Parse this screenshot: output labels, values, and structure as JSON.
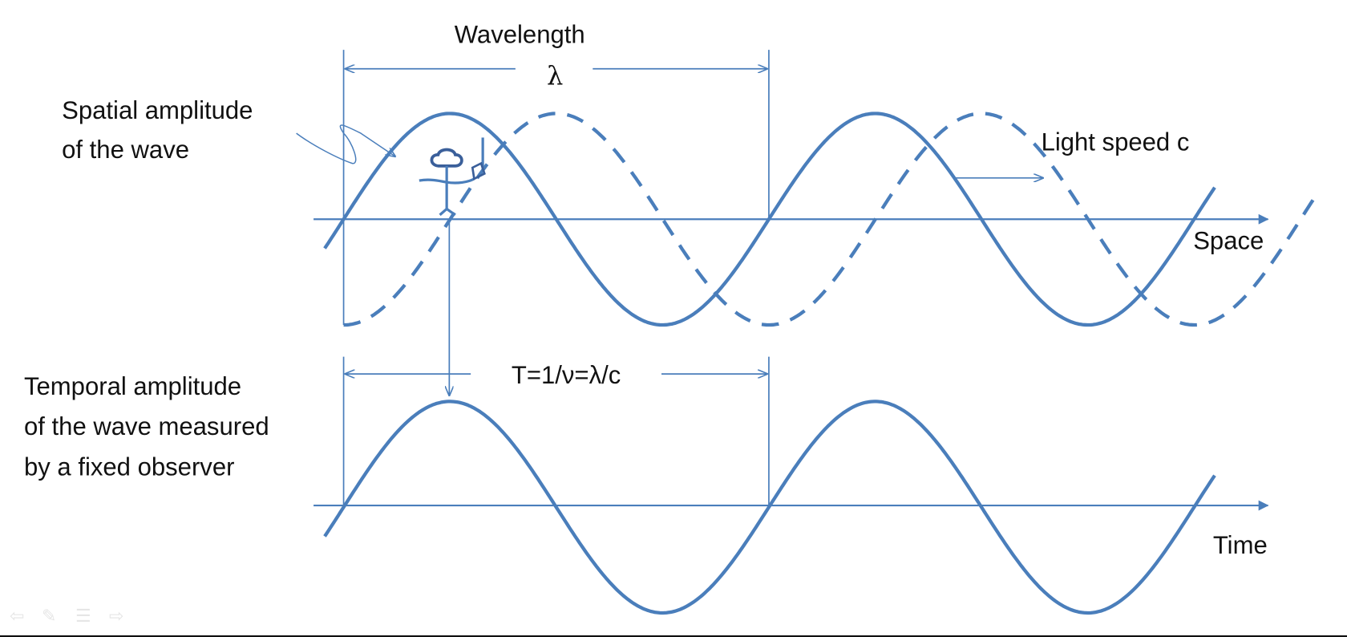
{
  "labels": {
    "wavelength": "Wavelength",
    "lambda": "λ",
    "spatial_line1": "Spatial amplitude",
    "spatial_line2": "of the wave",
    "light_speed": "Light speed c",
    "space_axis": "Space",
    "period": "T=1/ν=λ/c",
    "temporal_line1": "Temporal amplitude",
    "temporal_line2": "of the wave measured",
    "temporal_line3": "by a fixed observer",
    "time_axis": "Time"
  },
  "colors": {
    "line": "#4a7ebb",
    "text": "#111111",
    "figure": "#3a5f9a"
  },
  "slideshow_controls": [
    {
      "icon": "arrow-left-icon",
      "glyph": "⇦"
    },
    {
      "icon": "pen-icon",
      "glyph": "✎"
    },
    {
      "icon": "menu-icon",
      "glyph": "☰"
    },
    {
      "icon": "arrow-right-icon",
      "glyph": "⇨"
    }
  ]
}
